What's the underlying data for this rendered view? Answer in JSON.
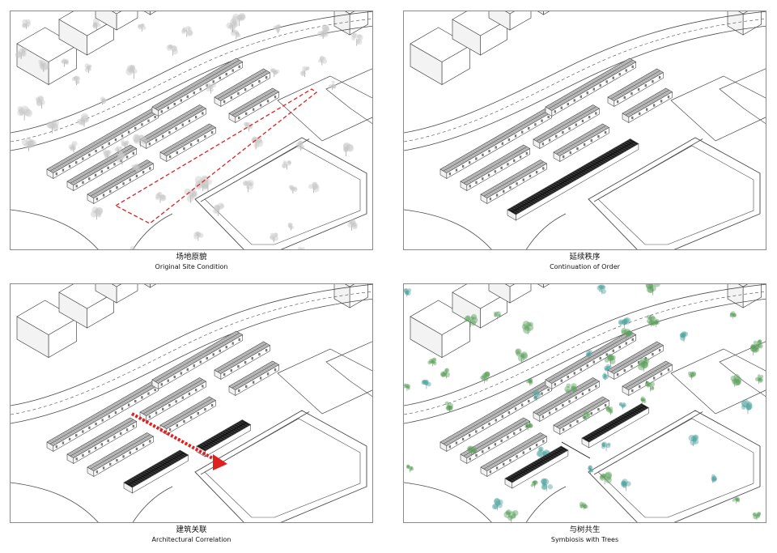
{
  "panels": [
    {
      "id": "original-site-condition",
      "zh": "场地原貌",
      "en": "Original Site Condition",
      "variant": "site",
      "trees": true
    },
    {
      "id": "continuation-of-order",
      "zh": "延续秩序",
      "en": "Continuation of Order",
      "variant": "order",
      "trees": false
    },
    {
      "id": "architectural-correlation",
      "zh": "建筑关联",
      "en": "Architectural Correlation",
      "variant": "correlation",
      "trees": false
    },
    {
      "id": "symbiosis-with-trees",
      "zh": "与树共生",
      "en": "Symbiosis with Trees",
      "variant": "symbiosis",
      "trees": true
    }
  ],
  "colors": {
    "line": "#4a4a4a",
    "roof": "#bdbdbd",
    "newRoof": "#1e1e1e",
    "highlight": "#e02020",
    "treeGrey": "#c7c7c7",
    "treeGreen": "#5aa05a",
    "treeTeal": "#4fa3a0"
  }
}
